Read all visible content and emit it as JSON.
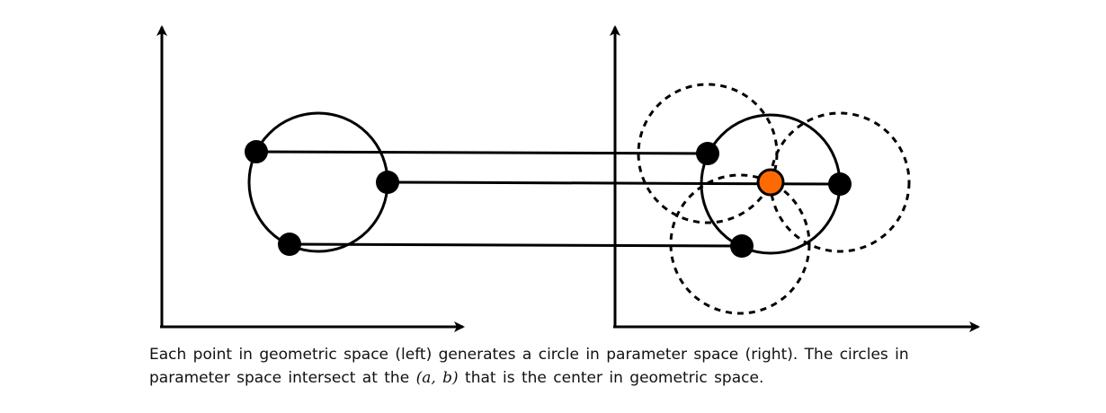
{
  "colors": {
    "ink": "#000000",
    "highlight": "#ff6a00"
  },
  "caption": {
    "text_before": "Each point in geometric space (left) generates a circle in parameter space (right).  The circles in parameter space intersect at the ",
    "math": "(a, b)",
    "text_after": " that is the center in geometric space."
  }
}
